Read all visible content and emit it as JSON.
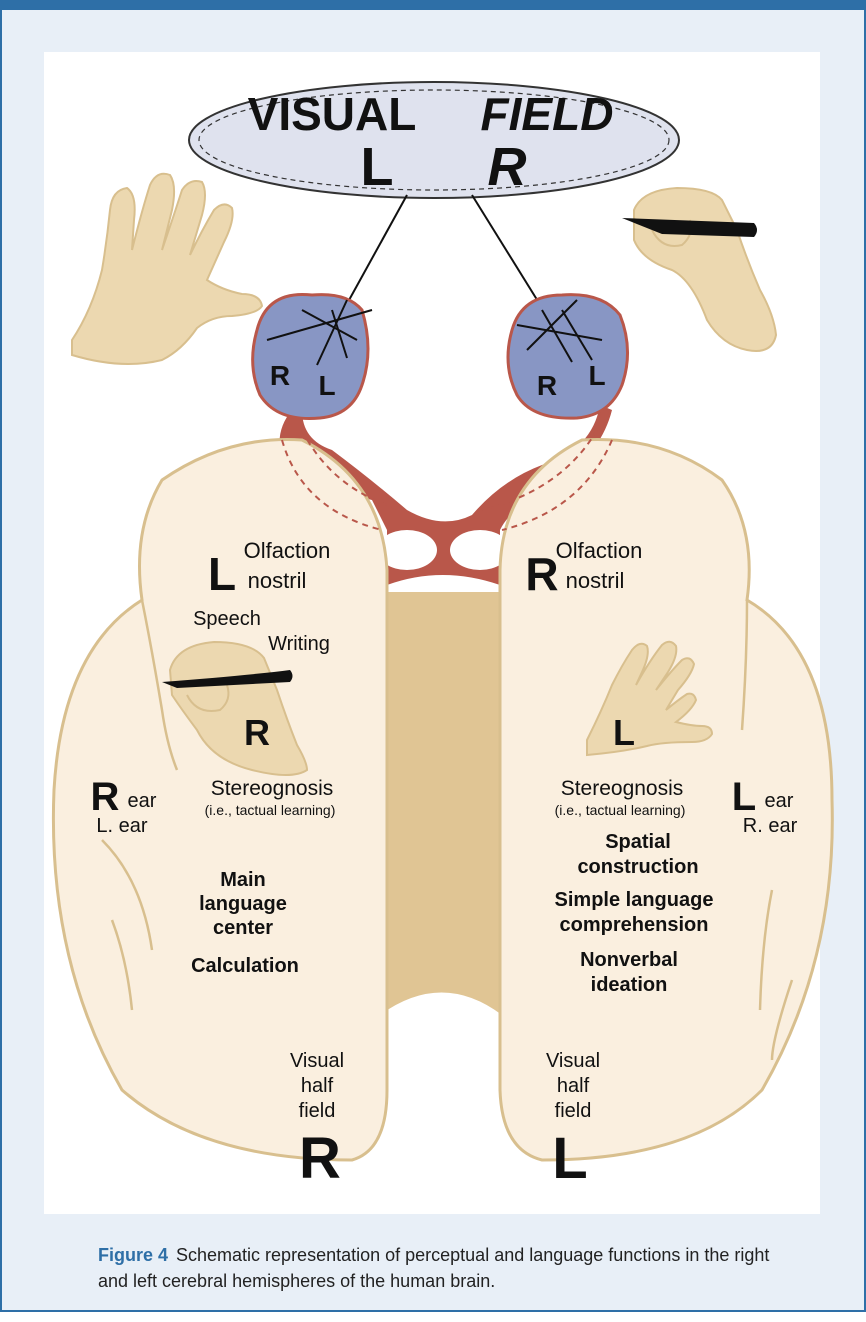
{
  "figure": {
    "visual_field": {
      "line1_left": "VISUAL",
      "line1_right": "FIELD",
      "left": "L",
      "right": "R"
    },
    "left_eye": {
      "r": "R",
      "l": "L"
    },
    "right_eye": {
      "r": "R",
      "l": "L"
    },
    "left_hemisphere": {
      "olfaction_letter": "L",
      "olfaction": "Olfaction",
      "nostril": "nostril",
      "speech": "Speech",
      "writing": "Writing",
      "hand_letter": "R",
      "stereognosis": "Stereognosis",
      "tactual": "(i.e., tactual learning)",
      "ear_letter": "R",
      "ear": "ear",
      "other_ear": "L. ear",
      "main1": "Main",
      "main2": "language",
      "main3": "center",
      "calculation": "Calculation",
      "visual1": "Visual",
      "visual2": "half",
      "visual3": "field",
      "visual_letter": "R"
    },
    "right_hemisphere": {
      "olfaction_letter": "R",
      "olfaction": "Olfaction",
      "nostril": "nostril",
      "hand_letter": "L",
      "stereognosis": "Stereognosis",
      "tactual": "(i.e., tactual learning)",
      "ear_letter": "L",
      "ear": "ear",
      "other_ear": "R. ear",
      "spatial1": "Spatial",
      "spatial2": "construction",
      "simple1": "Simple language",
      "simple2": "comprehension",
      "nonverbal1": "Nonverbal",
      "nonverbal2": "ideation",
      "visual1": "Visual",
      "visual2": "half",
      "visual3": "field",
      "visual_letter": "L"
    }
  },
  "caption": {
    "number": "Figure 4",
    "text": "Schematic representation of perceptual and language functions in the right and left cerebral hemispheres of the human brain."
  },
  "colors": {
    "accent": "#2e6fa7",
    "brain_fill": "#faefdf",
    "brain_stroke": "#d8bf8e",
    "eye_fill": "#8896c4",
    "nerve": "#b9574a",
    "hand_fill": "#ecd8b0",
    "callosum": "#e0c594"
  }
}
